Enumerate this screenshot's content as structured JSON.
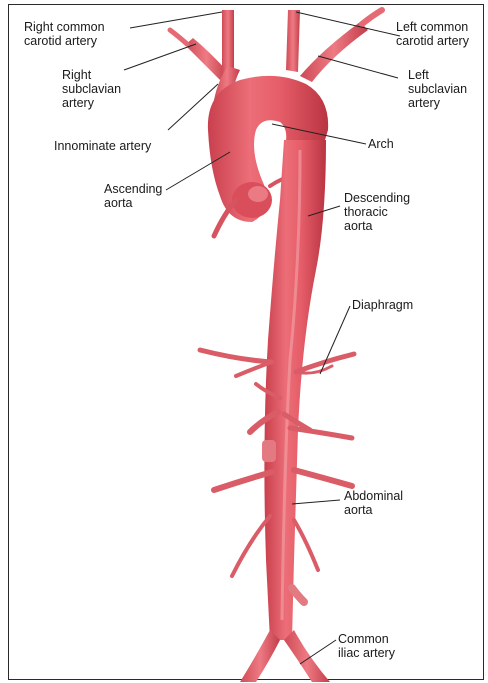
{
  "labels": {
    "right_common_carotid": "Right common\ncarotid artery",
    "right_subclavian": "Right\nsubclavian\nartery",
    "innominate": "Innominate artery",
    "ascending_aorta": "Ascending\naorta",
    "left_common_carotid": "Left common\ncarotid artery",
    "left_subclavian": "Left\nsubclavian\nartery",
    "arch": "Arch",
    "descending_thoracic": "Descending\nthoracic\naorta",
    "diaphragm": "Diaphragm",
    "abdominal_aorta": "Abdominal\naorta",
    "common_iliac": "Common\niliac artery"
  },
  "colors": {
    "vessel_fill": "#e25b66",
    "vessel_dark": "#c33b48",
    "vessel_light": "#f3a0a6",
    "leader_line": "#222222",
    "frame": "#2a2a2a"
  }
}
